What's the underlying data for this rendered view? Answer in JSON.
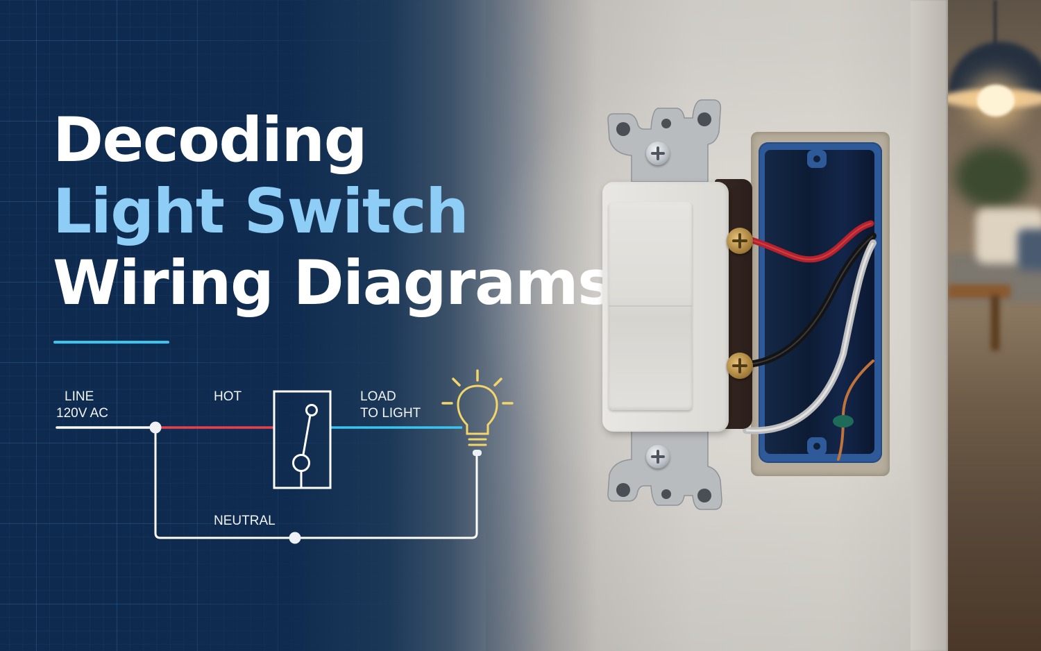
{
  "headline": {
    "line1": "Decoding",
    "line2": "Light Switch",
    "line3": "Wiring Diagrams"
  },
  "diagram": {
    "labels": {
      "line": "LINE",
      "voltage": "120V AC",
      "hot": "HOT",
      "load": "LOAD",
      "to_light": "TO LIGHT",
      "neutral": "NEUTRAL"
    },
    "icons": [
      "junction-dot",
      "switch-symbol",
      "lightbulb-icon"
    ],
    "colors": {
      "line_wire": "#ffffff",
      "hot_wire": "#e8414c",
      "load_wire": "#3cc4f0",
      "neutral_wire": "#ffffff",
      "bulb": "#f3d56a"
    }
  },
  "photo": {
    "subject": "single-pole light switch pulled from blue electrical box",
    "wires": [
      "red",
      "black",
      "white",
      "bare copper ground"
    ]
  },
  "colors": {
    "background_navy": "#0f2a4d",
    "accent_blue_text": "#8ecdf5",
    "accent_underline": "#3cc4f0",
    "title_white": "#ffffff"
  }
}
